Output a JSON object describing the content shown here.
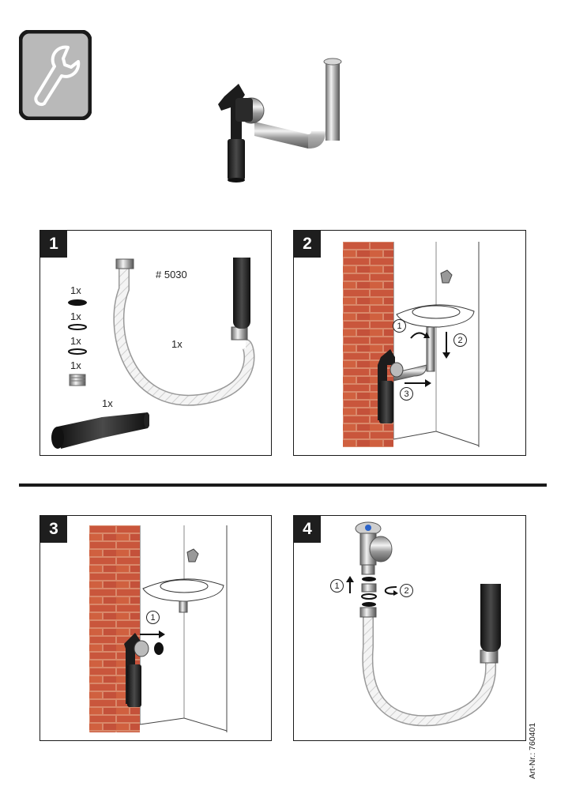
{
  "header": {
    "tool_icon": "wrench-icon",
    "product_image": "siphon-with-bent-pipe"
  },
  "steps": [
    {
      "number": "1",
      "parts": [
        {
          "qty": "1x",
          "icon": "black-seal-ring"
        },
        {
          "qty": "1x",
          "icon": "o-ring"
        },
        {
          "qty": "1x",
          "icon": "o-ring"
        },
        {
          "qty": "1x",
          "icon": "threaded-adapter"
        }
      ],
      "hose_article": "# 5030",
      "hose_qty": "1x",
      "plug_qty": "1x"
    },
    {
      "number": "2",
      "callouts": [
        "1",
        "2",
        "3"
      ]
    },
    {
      "number": "3",
      "callouts": [
        "1"
      ]
    },
    {
      "number": "4",
      "callouts": [
        "1",
        "2"
      ]
    }
  ],
  "footer": {
    "article_number": "Art-Nr.: 760401"
  }
}
